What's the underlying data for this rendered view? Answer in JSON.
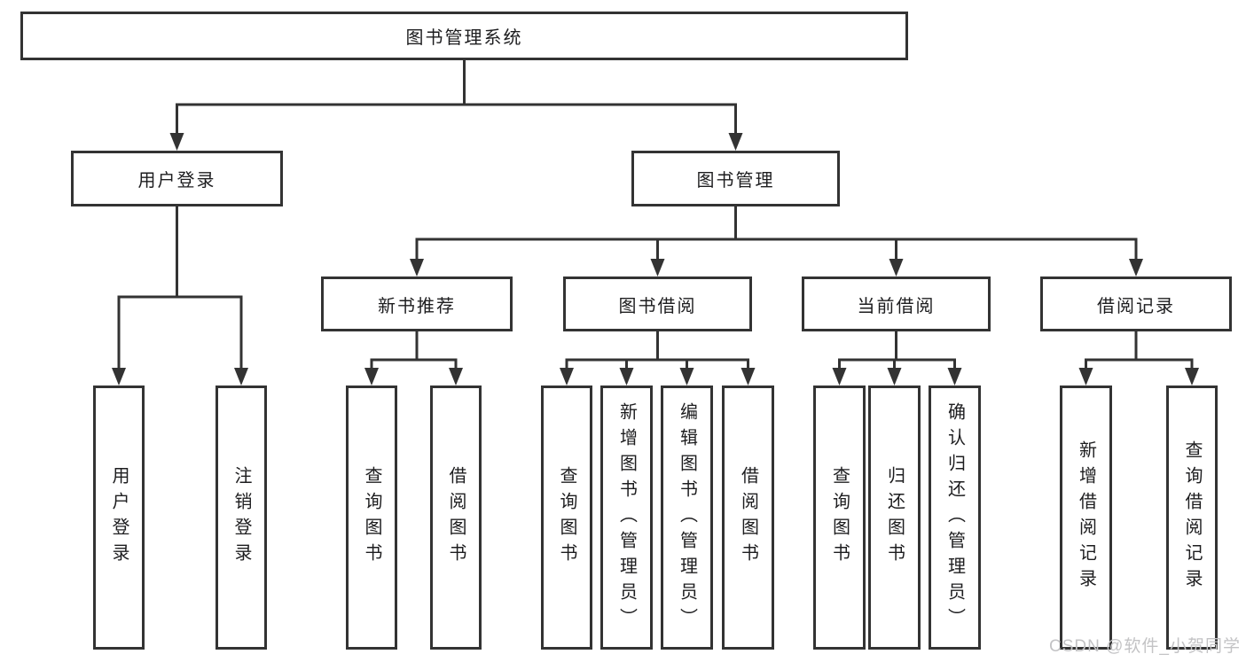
{
  "diagram": {
    "root": "图书管理系统",
    "branches": [
      {
        "label": "用户登录",
        "children": [
          "用户登录",
          "注销登录"
        ]
      },
      {
        "label": "图书管理",
        "sections": [
          {
            "label": "新书推荐",
            "children": [
              "查询图书",
              "借阅图书"
            ]
          },
          {
            "label": "图书借阅",
            "children": [
              "查询图书",
              "新增图书（管理员）",
              "编辑图书（管理员）",
              "借阅图书"
            ]
          },
          {
            "label": "当前借阅",
            "children": [
              "查询图书",
              "归还图书",
              "确认归还（管理员）"
            ]
          },
          {
            "label": "借阅记录",
            "children": [
              "新增借阅记录",
              "查询借阅记录"
            ]
          }
        ]
      }
    ]
  },
  "watermark": "CSDN @软件_小贺同学",
  "colors": {
    "line": "#333333",
    "text": "#1d1d1f",
    "background": "#ffffff",
    "watermark": "#c3c3c5"
  }
}
